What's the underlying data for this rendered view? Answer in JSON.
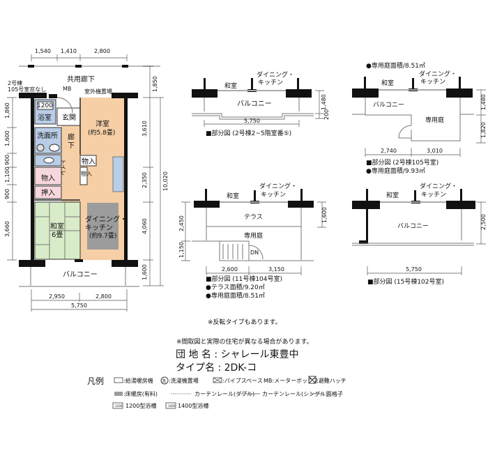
{
  "main_plan": {
    "top_dims": [
      "1,540",
      "1,410",
      "2,800"
    ],
    "corridor": "共用廊下",
    "note_line1": "2号棟",
    "note_line2": "105号室窓なし",
    "mb": "MB",
    "outdoor_unit": "室外機置場",
    "bath_size": "1200",
    "bath": "浴室",
    "entrance": "玄関",
    "western_room": "洋室",
    "western_room_size": "(約5.8畳)",
    "washroom": "洗面所",
    "hallway_1": "廊",
    "hallway_2": "下",
    "toilet": "トイレ",
    "storage_1": "物入",
    "storage_2": "物入",
    "storage_3": "物入",
    "closet": "押入",
    "japanese_room": "和室",
    "japanese_room_size": "6畳",
    "dk_line1": "ダイニング・",
    "dk_line2": "キッチン",
    "dk_size": "(約9.7畳)",
    "balcony": "バルコニー",
    "bottom_dims": [
      "2,950",
      "2,800"
    ],
    "total_width": "5,750",
    "left_dims": [
      "1,860",
      "1,600",
      "900",
      "1,100",
      "900",
      "3,660"
    ],
    "right_dims": [
      "1,850",
      "3,610",
      "2,350",
      "4,060",
      "1,600"
    ],
    "total_depth": "10,020"
  },
  "partials": [
    {
      "washitsu": "和室",
      "dk1": "ダイニング・",
      "dk2": "キッチン",
      "area_label": "バルコニー",
      "dims": [
        "1,480",
        "200",
        "5,750"
      ],
      "caption": "■部分図 (2号棟2~5階室番⑤)"
    },
    {
      "top_note": "●専用庭面積/8.51㎡",
      "washitsu": "和室",
      "dk1": "ダイニング・",
      "dk2": "キッチン",
      "area_label": "バルコニー",
      "garden": "専用庭",
      "dims": [
        "1,480",
        "1,820",
        "2,740",
        "3,010"
      ],
      "caption": "■部分図 (2号棟105号室)",
      "note": "●専用庭面積/9.93㎡"
    },
    {
      "washitsu": "和室",
      "dk1": "ダイニング・",
      "dk2": "キッチン",
      "terrace": "テラス",
      "garden": "専用庭",
      "stairs": "DN",
      "dims": [
        "2,450",
        "1,150",
        "1,600",
        "2,600",
        "3,150"
      ],
      "caption": "■部分図 (11号棟104号室)",
      "note1": "●テラス面積/9.20㎡",
      "note2": "●専用庭面積/8.51㎡"
    },
    {
      "washitsu": "和室",
      "dk1": "ダイニング・",
      "dk2": "キッチン",
      "area_label": "バルコニー",
      "dims": [
        "2,500",
        "5,750"
      ],
      "caption": "■部分図 (15号棟102号室)"
    }
  ],
  "reverse_note": "※反転タイプもあります。",
  "disclaimer": "※間取図と実際の住宅が異なる場合があります。",
  "complex_label": "団 地 名 : シャレール東豊中",
  "type_label": "タイプ名 : 2DK-コ",
  "legend": {
    "title": "凡例",
    "items": [
      ":給湯暖房機",
      ":洗濯機置場",
      ":パイプスペース",
      "MB:メーターボックス",
      ":避難ハッチ",
      ":床暖房(有料)",
      "カーテンレール(ダブル)",
      "カーテンレール(シングル)",
      "面格子",
      "1200型浴槽",
      "1400型浴槽"
    ],
    "icon_1200": "1200",
    "icon_1400": "1400",
    "wash_icon": "洗"
  },
  "colors": {
    "wet_area": "#b9cde6",
    "room": "#f6cfa6",
    "japanese": "#d9ecc9",
    "storage": "#f6d8dc",
    "floor_heating": "#9c9c9c"
  }
}
